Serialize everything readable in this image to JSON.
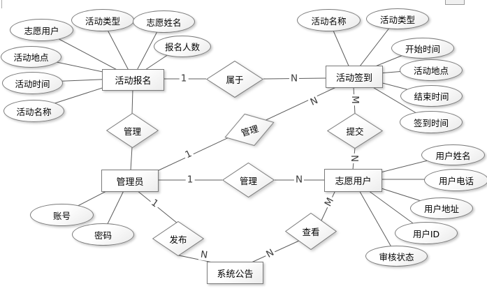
{
  "diagram_type": "er-diagram",
  "colors": {
    "background": "#ffffff",
    "shape_border": "#7a7a7a",
    "connector_line": "#5b5b5b",
    "shape_fill_light": "#ffffff",
    "shape_fill_shade": "#e9e9e9",
    "text": "#000000"
  },
  "entities": {
    "registration": "活动报名",
    "checkin": "活动签到",
    "admin": "管理员",
    "volunteer": "志愿用户",
    "announcement": "系统公告"
  },
  "relationships": {
    "belong": "属于",
    "manage_left": "管理",
    "manage_diag": "管理",
    "manage_mid": "管理",
    "submit": "提交",
    "publish": "发布",
    "view": "查看"
  },
  "attributes": {
    "registration": [
      "志愿用户",
      "活动类型",
      "志愿姓名",
      "报名人数",
      "活动地点",
      "活动时间",
      "活动名称"
    ],
    "checkin": [
      "活动名称",
      "活动类型",
      "开始时间",
      "活动地点",
      "结束时间",
      "签到时间"
    ],
    "admin": [
      "账号",
      "密码"
    ],
    "volunteer": [
      "用户姓名",
      "用户电话",
      "用户地址",
      "用户ID",
      "审核状态"
    ]
  },
  "cardinalities": {
    "reg_belong": "1",
    "belong_checkin": "N",
    "admin_manage_diag": "1",
    "manage_diag_checkin": "N",
    "admin_manage_mid": "1",
    "manage_mid_volunteer": "N",
    "checkin_submit": "M",
    "submit_volunteer": "N",
    "admin_publish": "1",
    "publish_announcement": "N",
    "volunteer_view": "M",
    "view_announcement": "N"
  },
  "relations": [
    {
      "from": "活动报名",
      "label": "属于",
      "to": "活动签到",
      "from_card": "1",
      "to_card": "N"
    },
    {
      "from": "活动报名",
      "label": "管理",
      "to": "管理员",
      "from_card": "",
      "to_card": ""
    },
    {
      "from": "管理员",
      "label": "管理",
      "to": "活动签到",
      "from_card": "1",
      "to_card": "N"
    },
    {
      "from": "管理员",
      "label": "管理",
      "to": "志愿用户",
      "from_card": "1",
      "to_card": "N"
    },
    {
      "from": "活动签到",
      "label": "提交",
      "to": "志愿用户",
      "from_card": "M",
      "to_card": "N"
    },
    {
      "from": "管理员",
      "label": "发布",
      "to": "系统公告",
      "from_card": "1",
      "to_card": "N"
    },
    {
      "from": "志愿用户",
      "label": "查看",
      "to": "系统公告",
      "from_card": "M",
      "to_card": "N"
    }
  ]
}
